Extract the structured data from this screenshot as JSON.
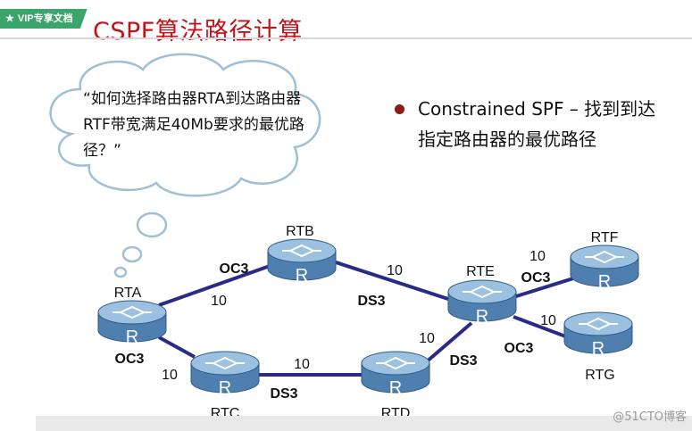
{
  "badge": {
    "label": "VIP专享文档"
  },
  "title": "CSPF算法路径计算",
  "thought": {
    "quote_open": "“",
    "text": "如何选择路由器RTA到达路由器RTF带宽满足40Mb要求的最优路径？",
    "quote_close": "”"
  },
  "bullet": {
    "text": "Constrained SPF – 找到到达指定路由器的最优路径"
  },
  "router_glyph": "R",
  "routers": {
    "rta": "RTA",
    "rtb": "RTB",
    "rtc": "RTC",
    "rtd": "RTD",
    "rte": "RTE",
    "rtf": "RTF",
    "rtg": "RTG"
  },
  "links": {
    "rta_rtb": {
      "type": "OC3",
      "cost": "10"
    },
    "rta_rtc": {
      "type": "OC3",
      "cost": "10"
    },
    "rtc_rtd": {
      "type": "DS3",
      "cost": "10"
    },
    "rtb_rte": {
      "type": "DS3",
      "cost": "10"
    },
    "rtd_rte": {
      "type": "DS3",
      "cost": "10"
    },
    "rte_rtf": {
      "type": "OC3",
      "cost": "10"
    },
    "rte_rtg": {
      "type": "OC3",
      "cost": "10"
    }
  },
  "colors": {
    "title": "#c0141c",
    "link": "#2b2a86",
    "router_top": "#8fb6d9",
    "router_body": "#4f7fae"
  },
  "watermark": "@51CTO博客"
}
